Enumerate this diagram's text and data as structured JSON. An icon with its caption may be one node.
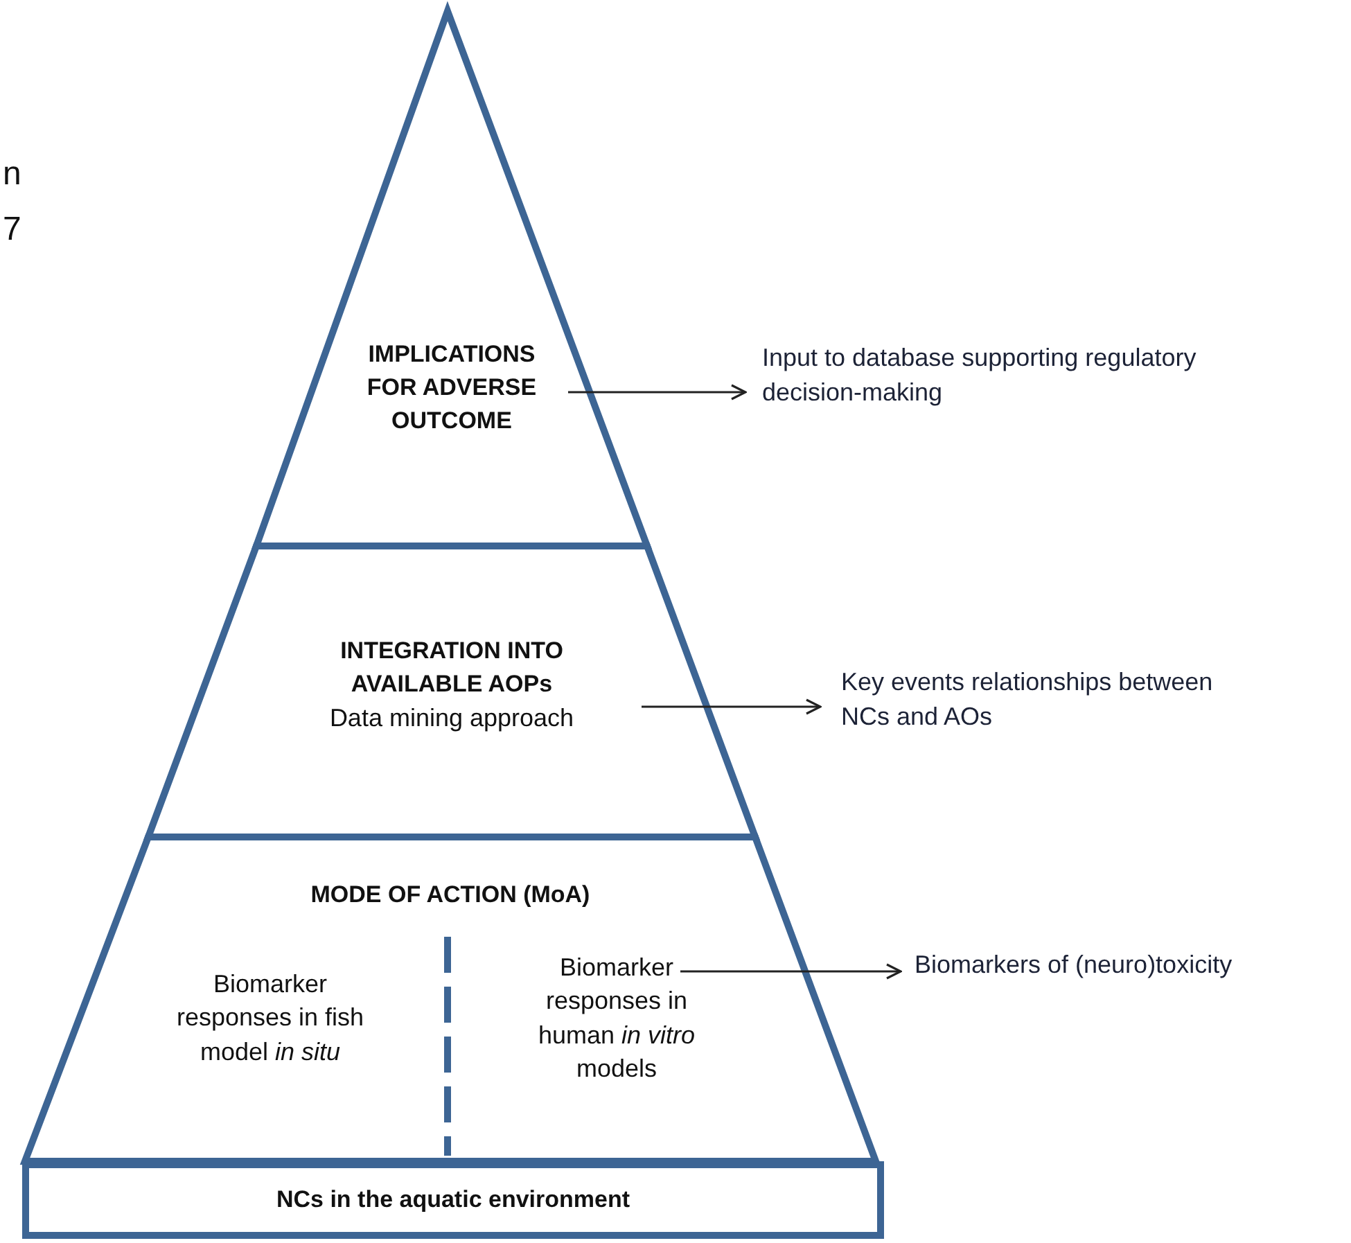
{
  "diagram": {
    "nodes": [
      {
        "text": [
          "IMPLICATIONS FOR ADVERSE OUTCOME"
        ]
      },
      {
        "text": [
          "INTEGRATION INTO AVAILABLE AOPs",
          "Data mining approach"
        ]
      },
      {
        "text": [
          "MODE OF ACTION (MoA)"
        ]
      },
      {
        "text": [
          "Biomarker responses in fish model *in situ*"
        ],
        "in": 2
      },
      {
        "text": [
          "Biomarker responses in human *in vitro* models"
        ],
        "in": 2
      },
      {
        "text": [
          "NCs in the aquatic environment"
        ]
      },
      {
        "text": [
          "Input to database supporting regulatory decision-making"
        ]
      },
      {
        "text": [
          "Key events relationships between NCs and AOs"
        ]
      },
      {
        "text": [
          "Biomarkers of (neuro)toxicity"
        ]
      }
    ],
    "edges": [
      {
        "from": 0,
        "to": 6,
        "arrow": "to"
      },
      {
        "from": 1,
        "to": 7,
        "arrow": "to"
      },
      {
        "from": 4,
        "to": 8,
        "arrow": "to"
      }
    ],
    "labels": [
      "n",
      "7"
    ]
  }
}
